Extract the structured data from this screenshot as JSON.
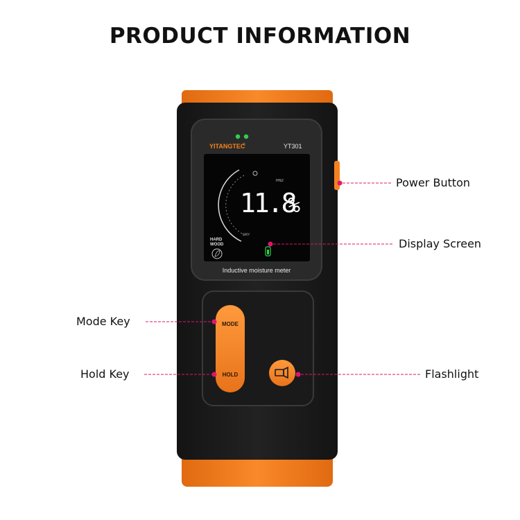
{
  "title": "PRODUCT INFORMATION",
  "device": {
    "brand": "YITANGTEC",
    "brand_mark": "®",
    "model": "YT301",
    "reading": "11.8",
    "unit": "%",
    "unit_badge": "H%2",
    "material": "HARD WOOD",
    "material_line1": "HARD",
    "material_line2": "WOOD",
    "scale_label": "DRY",
    "footer": "Inductive moisture meter",
    "mode_key": "MODE",
    "hold_key": "HOLD"
  },
  "labels": {
    "power_button": "Power Button",
    "display_screen": "Display Screen",
    "mode_key": "Mode Key",
    "hold_key": "Hold Key",
    "flashlight": "Flashlight"
  },
  "colors": {
    "orange": "#f5821f",
    "body": "#1c1c1c",
    "callout": "#e2156b",
    "led": "#2fd14a"
  }
}
